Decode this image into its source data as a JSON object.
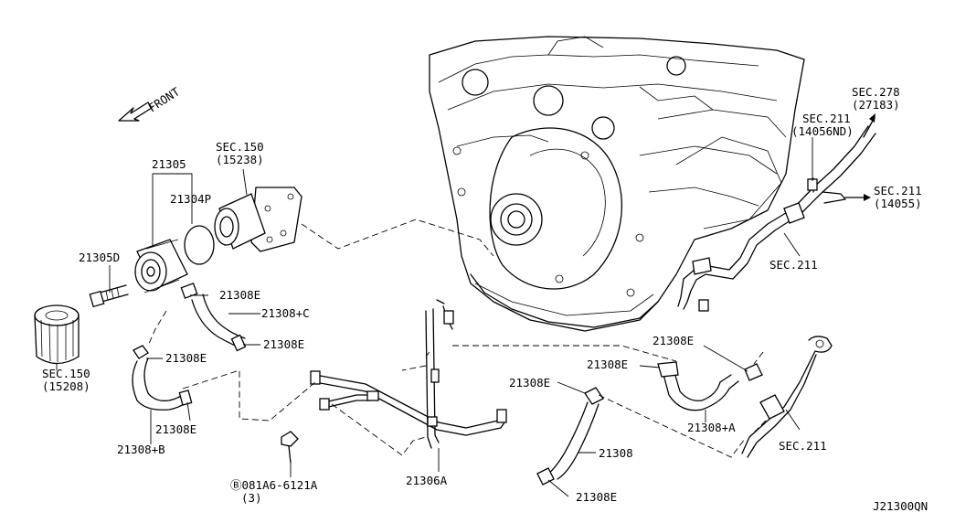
{
  "diagram_code": "J21300QN",
  "orientation": "FRONT",
  "labels": {
    "sec150_15238": [
      "SEC.150",
      "(15238)"
    ],
    "p21305": "21305",
    "p21304p": "21304P",
    "p21305d": "21305D",
    "p21308e_1": "21308E",
    "p21308c": "21308+C",
    "p21308e_2": "21308E",
    "p21308e_3": "21308E",
    "sec150_15208": [
      "SEC.150",
      "(15208)"
    ],
    "p21308e_4": "21308E",
    "p21308b": "21308+B",
    "bolt": [
      "Ⓑ081A6-6121A",
      "(3)"
    ],
    "p21306a": "21306A",
    "p21308e_5": "21308E",
    "p21308e_6": "21308E",
    "p21308e_7": "21308E",
    "p21308": "21308",
    "p21308e_8": "21308E",
    "p21308a": "21308+A",
    "sec211_a": "SEC.211",
    "sec211_b": "SEC.211",
    "sec211_14056nd": [
      "SEC.211",
      "(14056ND)"
    ],
    "sec278_27183": [
      "SEC.278",
      "(27183)"
    ],
    "sec211_14055": [
      "SEC.211",
      "(14055)"
    ]
  }
}
